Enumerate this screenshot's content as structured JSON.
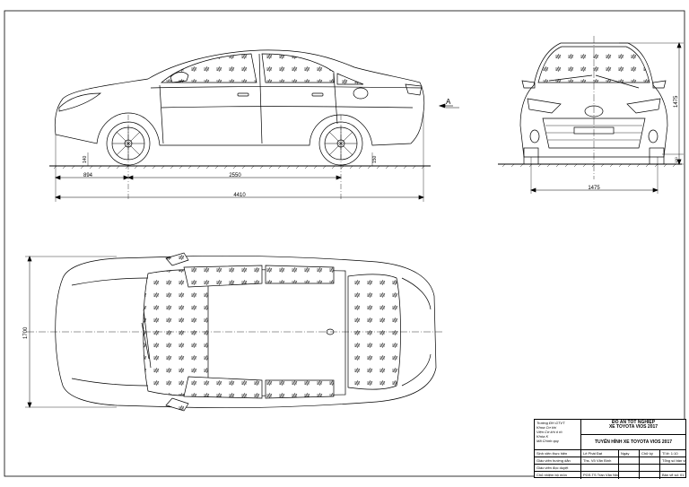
{
  "drawing": {
    "view_marker": "A",
    "side_view": {
      "dim_front_overhang": "894",
      "dim_wheelbase": "2550",
      "dim_overall_length": "4410",
      "dim_ground_clear_front": "140",
      "dim_ground_clear_rear": "150"
    },
    "front_view": {
      "dim_height": "1475",
      "dim_track": "1475",
      "dim_base": "130"
    },
    "top_view": {
      "dim_width": "1700"
    }
  },
  "title_block": {
    "school_lines": [
      "Trường ĐH GTVT",
      "Khoa Cơ khí",
      "Viện Cơ khí ô tô",
      "Khóa K",
      "Mã Chính quy"
    ],
    "project_title": "ĐỒ ÁN TỐT NGHIỆP",
    "project_subtitle": "XE TOYOTA VIOS 2017",
    "drawing_title": "TUYẾN HÌNH XE TOYOTA VIOS 2017",
    "rows": [
      {
        "role": "Sinh viên thực hiện",
        "name": "Lê Phát Đạt",
        "date_label": "Ngày",
        "sign_label": "Chữ ký",
        "extra": "Tỉ lệ: 1:10"
      },
      {
        "role": "Giáo viên hướng dẫn",
        "name": "Ths. Võ Văn Bình",
        "date_label": "",
        "sign_label": "",
        "extra": "Tổng số bản vẽ"
      },
      {
        "role": "Giáo viên đọc duyệt",
        "name": "",
        "date_label": "",
        "sign_label": "",
        "extra": ""
      },
      {
        "role": "Chủ nhiệm bộ môn",
        "name": "PGS.TS Trần Văn Như",
        "date_label": "",
        "sign_label": "",
        "extra": "Bản vẽ số: 01"
      }
    ]
  }
}
